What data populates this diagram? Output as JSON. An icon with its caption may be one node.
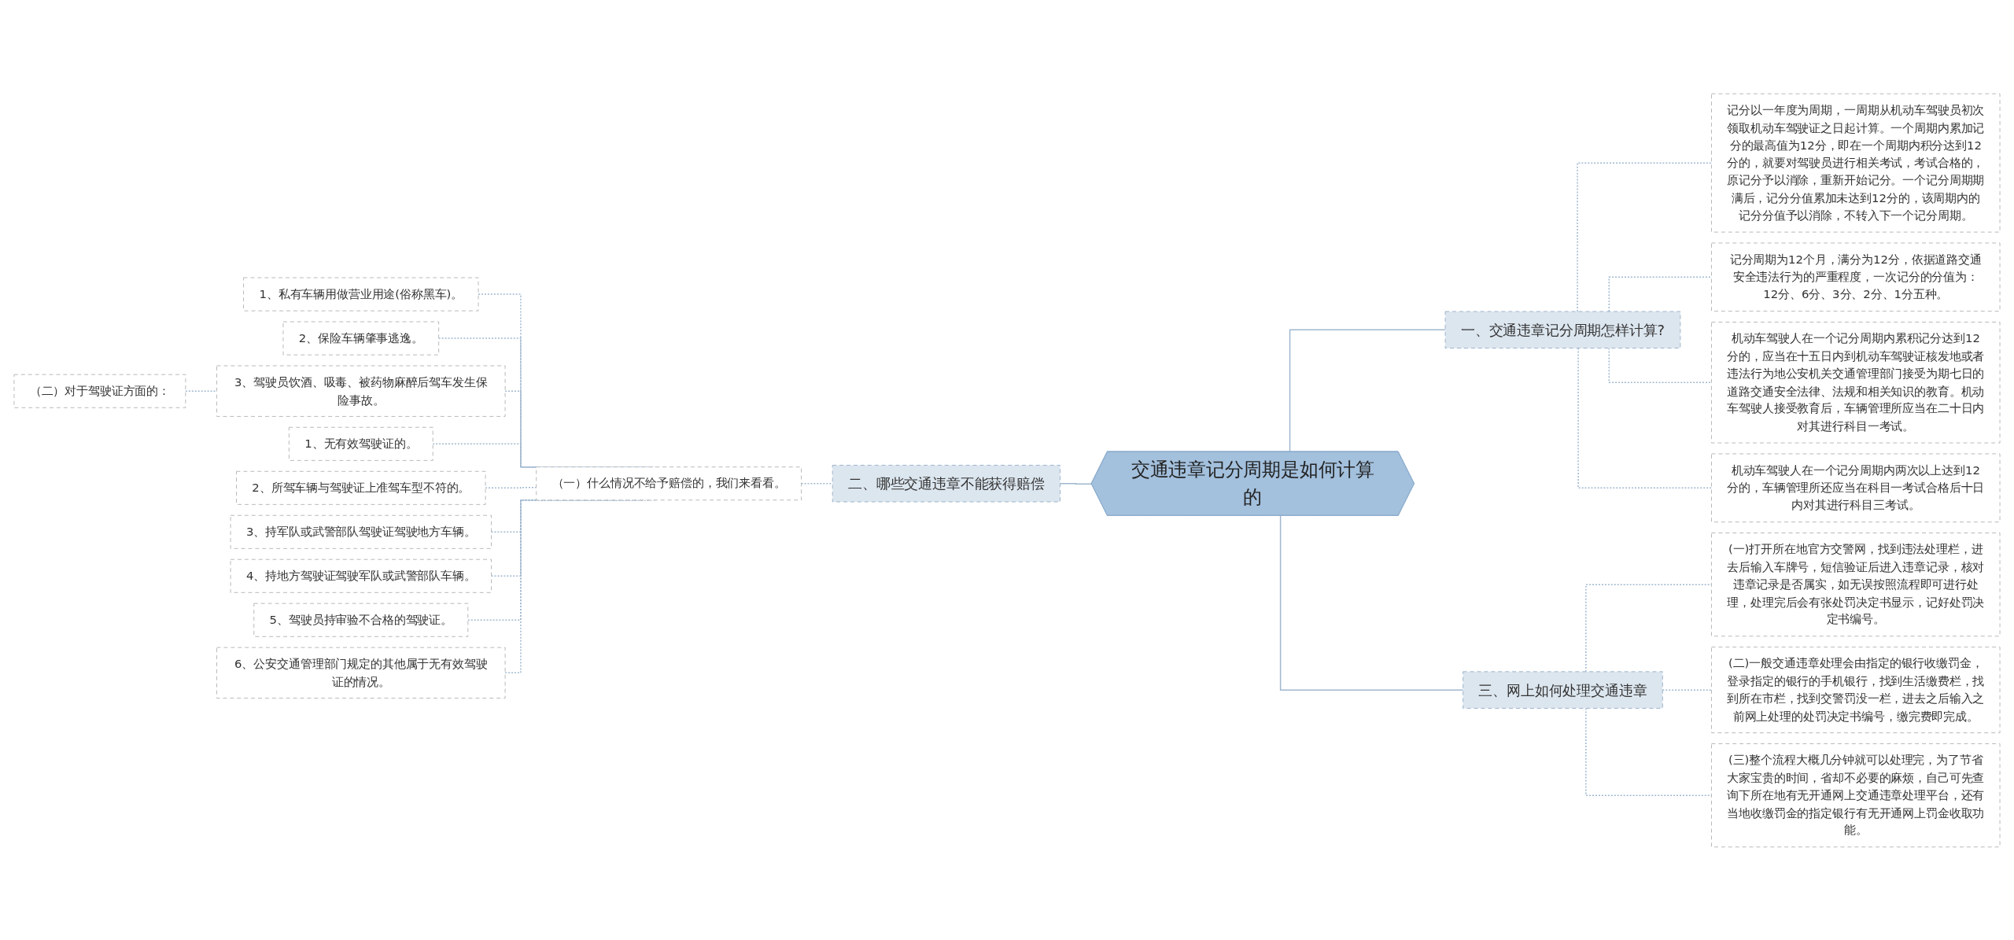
{
  "diagram": {
    "nodes": [
      {
        "text": [
          "交通违章记分周期是如何计算的"
        ]
      },
      {
        "text": [
          "一、交通违章记分周期怎样计算?"
        ]
      },
      {
        "text": [
          "记分以一年度为周期，一周期从机动车驾驶员初次领取机动车驾驶证之日起计算。一个周期内累加记分的最高值为12分，即在一个周期内积分达到12分的，就要对驾驶员进行相关考试，考试合格的，原记分予以消除，重新开始记分。一个记分周期期满后，记分分值累加未达到12分的，该周期内的记分分值予以消除，不转入下一个记分周期。"
        ]
      },
      {
        "text": [
          "记分周期为12个月，满分为12分，依据道路交通安全违法行为的严重程度，一次记分的分值为：12分、6分、3分、2分、1分五种。"
        ]
      },
      {
        "text": [
          "机动车驾驶人在一个记分周期内累积记分达到12分的，应当在十五日内到机动车驾驶证核发地或者违法行为地公安机关交通管理部门接受为期七日的道路交通安全法律、法规和相关知识的教育。机动车驾驶人接受教育后，车辆管理所应当在二十日内对其进行科目一考试。"
        ]
      },
      {
        "text": [
          "机动车驾驶人在一个记分周期内两次以上达到12分的，车辆管理所还应当在科目一考试合格后十日内对其进行科目三考试。"
        ]
      },
      {
        "text": [
          "三、网上如何处理交通违章"
        ]
      },
      {
        "text": [
          "(一)打开所在地官方交警网，找到违法处理栏，进去后输入车牌号，短信验证后进入违章记录，核对违章记录是否属实，如无误按照流程即可进行处理，处理完后会有张处罚决定书显示，记好处罚决定书编号。"
        ]
      },
      {
        "text": [
          "(二)一般交通违章处理会由指定的银行收缴罚金，登录指定的银行的手机银行，找到生活缴费栏，找到所在市栏，找到交警罚没一栏，进去之后输入之前网上处理的处罚决定书编号，缴完费即完成。"
        ]
      },
      {
        "text": [
          "(三)整个流程大概几分钟就可以处理完，为了节省大家宝贵的时间，省却不必要的麻烦，自己可先查询下所在地有无开通网上交通违章处理平台，还有当地收缴罚金的指定银行有无开通网上罚金收取功能。"
        ]
      },
      {
        "text": [
          "二、哪些交通违章不能获得赔偿"
        ]
      },
      {
        "text": [
          "（一）什么情况不给予赔偿的，我们来看看。"
        ]
      },
      {
        "text": [
          "1、私有车辆用做营业用途(俗称黑车)。"
        ]
      },
      {
        "text": [
          "2、保险车辆肇事逃逸。"
        ]
      },
      {
        "text": [
          "3、驾驶员饮酒、吸毒、被药物麻醉后驾车发生保险事故。"
        ]
      },
      {
        "text": [
          "1、无有效驾驶证的。"
        ]
      },
      {
        "text": [
          "2、所驾车辆与驾驶证上准驾车型不符的。"
        ]
      },
      {
        "text": [
          "3、持军队或武警部队驾驶证驾驶地方车辆。"
        ]
      },
      {
        "text": [
          "4、持地方驾驶证驾驶军队或武警部队车辆。"
        ]
      },
      {
        "text": [
          "5、驾驶员持审验不合格的驾驶证。"
        ]
      },
      {
        "text": [
          "6、公安交通管理部门规定的其他属于无有效驾驶证的情况。"
        ]
      },
      {
        "text": [
          "（二）对于驾驶证方面的："
        ]
      }
    ],
    "edges": [
      {
        "from": 0,
        "to": 1,
        "arrow": "none"
      },
      {
        "from": 1,
        "to": 2,
        "arrow": "none",
        "style": "dashed"
      },
      {
        "from": 1,
        "to": 3,
        "arrow": "none",
        "style": "dashed"
      },
      {
        "from": 1,
        "to": 4,
        "arrow": "none",
        "style": "dashed"
      },
      {
        "from": 1,
        "to": 5,
        "arrow": "none",
        "style": "dashed"
      },
      {
        "from": 0,
        "to": 6,
        "arrow": "none"
      },
      {
        "from": 6,
        "to": 7,
        "arrow": "none",
        "style": "dashed"
      },
      {
        "from": 6,
        "to": 8,
        "arrow": "none",
        "style": "dashed"
      },
      {
        "from": 6,
        "to": 9,
        "arrow": "none",
        "style": "dashed"
      },
      {
        "from": 0,
        "to": 10,
        "arrow": "none"
      },
      {
        "from": 10,
        "to": 11,
        "arrow": "none",
        "style": "dashed"
      },
      {
        "from": 11,
        "to": 12,
        "arrow": "none",
        "style": "dashed"
      },
      {
        "from": 11,
        "to": 13,
        "arrow": "none",
        "style": "dashed"
      },
      {
        "from": 11,
        "to": 14,
        "arrow": "none",
        "style": "dashed"
      },
      {
        "from": 11,
        "to": 15,
        "arrow": "none",
        "style": "dashed"
      },
      {
        "from": 11,
        "to": 16,
        "arrow": "none",
        "style": "dashed"
      },
      {
        "from": 11,
        "to": 17,
        "arrow": "none",
        "style": "dashed"
      },
      {
        "from": 11,
        "to": 18,
        "arrow": "none",
        "style": "dashed"
      },
      {
        "from": 11,
        "to": 19,
        "arrow": "none",
        "style": "dashed"
      },
      {
        "from": 11,
        "to": 20,
        "arrow": "none",
        "style": "dashed"
      },
      {
        "from": 14,
        "to": 21,
        "arrow": "none",
        "style": "dashed"
      }
    ]
  }
}
